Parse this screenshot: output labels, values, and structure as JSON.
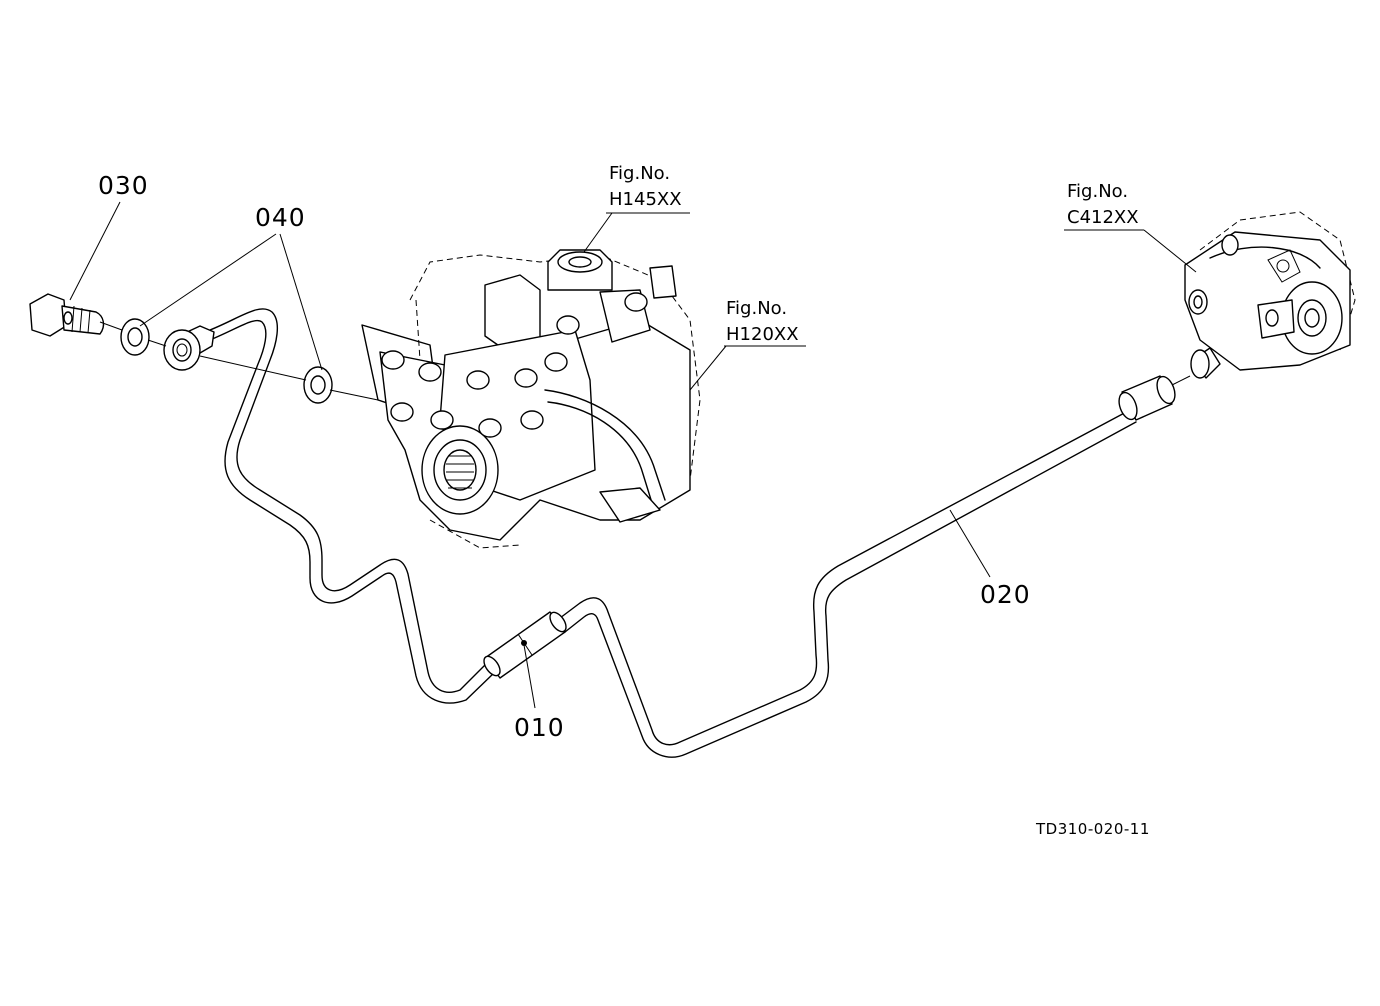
{
  "diagram": {
    "part_labels": {
      "p010": "010",
      "p020": "020",
      "p030": "030",
      "p040": "040"
    },
    "figure_refs": {
      "ref_h145": {
        "prefix": "Fig.No.",
        "code": "H145XX"
      },
      "ref_h120": {
        "prefix": "Fig.No.",
        "code": "H120XX"
      },
      "ref_c412": {
        "prefix": "Fig.No.",
        "code": "C412XX"
      }
    },
    "drawing_id": "TD310-020-11",
    "line_color": "#000000",
    "background_color": "#ffffff"
  }
}
